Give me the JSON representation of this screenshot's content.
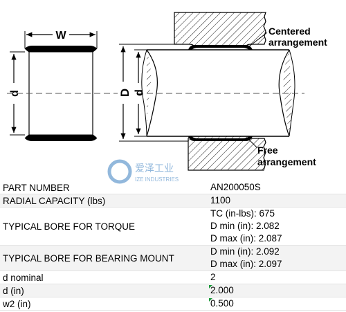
{
  "drawing": {
    "label_w": "W",
    "label_d_left": "d",
    "label_D": "D",
    "label_d_right": "d",
    "centered_line1": "Centered",
    "centered_line2": "arrangement",
    "free_line1": "Free",
    "free_line2": "arrangement"
  },
  "watermark": {
    "cn": "爱泽工业",
    "en": "IZE INDUSTRIES"
  },
  "specs": [
    {
      "label": "PART NUMBER",
      "values": [
        "AN200050S"
      ]
    },
    {
      "label": "RADIAL CAPACITY (lbs)",
      "values": [
        "1100"
      ]
    },
    {
      "label": "TYPICAL BORE FOR TORQUE",
      "values": [
        "TC (in-lbs): 675",
        "D min (in): 2.082",
        "D max (in): 2.087"
      ]
    },
    {
      "label": "TYPICAL BORE FOR BEARING MOUNT",
      "values": [
        "D min (in): 2.092",
        "D max (in): 2.097"
      ]
    },
    {
      "label": "d nominal",
      "values": [
        "2"
      ]
    },
    {
      "label": "d (in)",
      "values": [
        "2.000"
      ]
    },
    {
      "label": "w2 (in)",
      "values": [
        "0.500"
      ]
    }
  ],
  "colors": {
    "row_alt": "#f3f3f3",
    "marker": "#1a9a3a",
    "watermark": "#3a7fc0"
  }
}
